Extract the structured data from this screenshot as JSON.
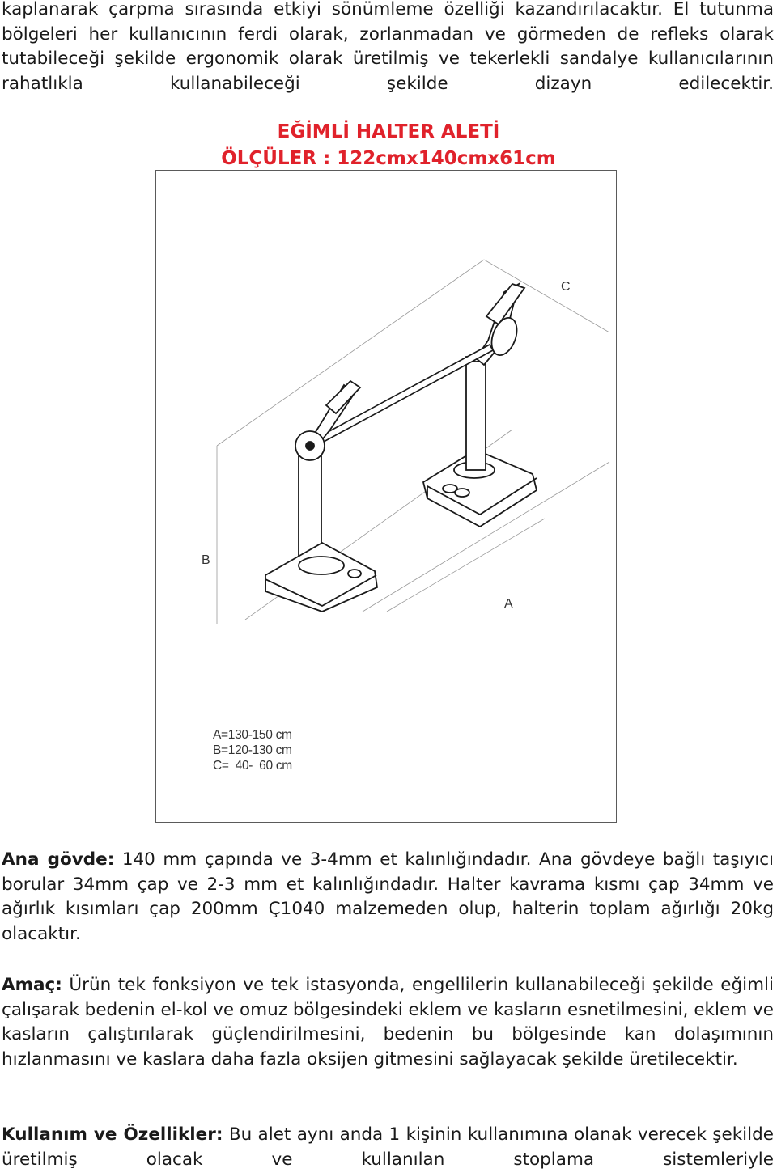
{
  "intro_text": "kaplanarak çarpma sırasında etkiyi sönümleme özelliği kazandırılacaktır. El tutunma bölgeleri her kullanıcının ferdi olarak, zorlanmadan ve görmeden de refleks olarak tutabileceği şekilde ergonomik olarak üretilmiş ve tekerlekli sandalye kullanıcılarının rahatlıkla kullanabileceği şekilde dizayn edilecektir.",
  "title": "EĞİMLİ HALTER ALETİ",
  "dimensions_heading": "ÖLÇÜLER  : 122cmx140cmx61cm",
  "figure": {
    "label_a": "A",
    "label_b": "B",
    "label_c": "C",
    "legend": [
      "A=130-150 cm",
      "B=120-130 cm",
      "C=  40-  60 cm"
    ]
  },
  "sections": {
    "govde": {
      "label": "Ana gövde:",
      "text": " 140 mm çapında ve 3-4mm et kalınlığındadır. Ana gövdeye bağlı taşıyıcı borular 34mm çap ve 2-3 mm et kalınlığındadır. Halter kavrama kısmı çap 34mm ve ağırlık kısımları çap 200mm Ç1040 malzemeden olup, halterin toplam ağırlığı 20kg olacaktır."
    },
    "amac": {
      "label": "Amaç:",
      "text": " Ürün tek fonksiyon ve tek istasyonda, engellilerin kullanabileceği şekilde eğimli çalışarak bedenin el-kol ve omuz bölgesindeki eklem ve kasların esnetilmesini, eklem ve kasların çalıştırılarak güçlendirilmesini, bedenin bu bölgesinde kan dolaşımının hızlanmasını ve kaslara daha fazla oksijen gitmesini sağlayacak şekilde üretilecektir."
    },
    "kullanim": {
      "label": "Kullanım ve Özellikler:",
      "text": " Bu alet aynı anda 1 kişinin kullanımına olanak verecek şekilde üretilmiş olacak ve kullanılan stoplama sistemleriyle"
    }
  }
}
